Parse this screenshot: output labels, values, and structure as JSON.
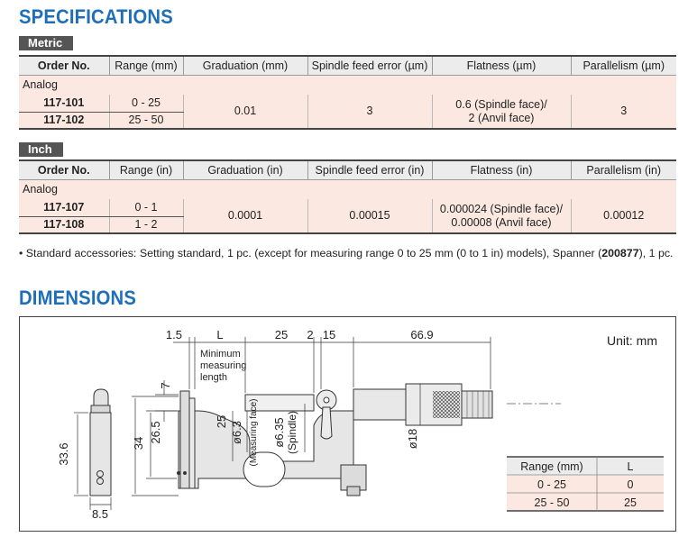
{
  "specifications": {
    "title": "SPECIFICATIONS",
    "metric": {
      "tab": "Metric",
      "headers": [
        "Order No.",
        "Range (mm)",
        "Graduation (mm)",
        "Spindle feed error (µm)",
        "Flatness (µm)",
        "Parallelism (µm)"
      ],
      "group": "Analog",
      "rows": [
        {
          "order": "117-101",
          "range": "0 - 25"
        },
        {
          "order": "117-102",
          "range": "25 - 50"
        }
      ],
      "graduation": "0.01",
      "feed_error": "3",
      "flatness_line1": "0.6 (Spindle face)/",
      "flatness_line2": "2 (Anvil face)",
      "parallelism": "3"
    },
    "inch": {
      "tab": "Inch",
      "headers": [
        "Order No.",
        "Range (in)",
        "Graduation (in)",
        "Spindle feed error (in)",
        "Flatness (in)",
        "Parallelism (in)"
      ],
      "group": "Analog",
      "rows": [
        {
          "order": "117-107",
          "range": "0 - 1"
        },
        {
          "order": "117-108",
          "range": "1 - 2"
        }
      ],
      "graduation": "0.0001",
      "feed_error": "0.00015",
      "flatness_line1": "0.000024 (Spindle face)/",
      "flatness_line2": "0.00008 (Anvil face)",
      "parallelism": "0.00012"
    },
    "note_prefix": "• Standard accessories: Setting standard, 1 pc. (except for measuring range 0 to 25 mm (0 to 1 in) models), Spanner (",
    "note_bold": "200877",
    "note_suffix": "), 1 pc."
  },
  "dimensions": {
    "title": "DIMENSIONS",
    "unit": "Unit: mm",
    "labels": {
      "d1_5": "1.5",
      "dL": "L",
      "d25": "25",
      "d2": "2",
      "d15": "15",
      "d66_9": "66.9",
      "min_len1": "Minimum",
      "min_len2": "measuring",
      "min_len3": "length",
      "d7": "7",
      "d26_5": "26.5",
      "d34": "34",
      "d33_6": "33.6",
      "d8_5": "8.5",
      "d25v": "25",
      "d6_3": "ø6.3",
      "meas_face": "(Measuring face)",
      "d6_35": "ø6.35",
      "spindle": "(Spindle)",
      "d18": "ø18"
    },
    "range_table": {
      "headers": [
        "Range (mm)",
        "L"
      ],
      "rows": [
        [
          "0 - 25",
          "0"
        ],
        [
          "25 - 50",
          "25"
        ]
      ]
    }
  }
}
